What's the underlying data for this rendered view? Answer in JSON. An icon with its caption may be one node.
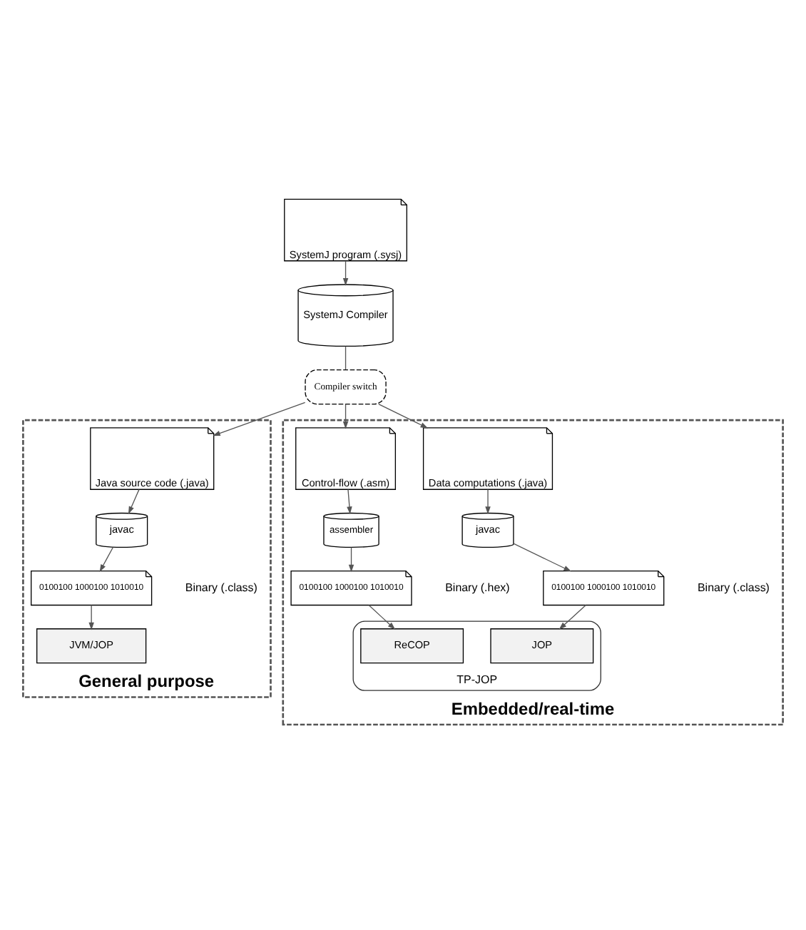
{
  "diagram": {
    "nodes": [
      {
        "text": [
          "SystemJ program (.sysj)"
        ]
      },
      {
        "text": [
          "SystemJ Compiler"
        ]
      },
      {
        "text": [
          "Compiler switch"
        ]
      },
      {
        "text": [
          "General purpose"
        ]
      },
      {
        "text": [
          "Java source code (.java)"
        ],
        "in": 3
      },
      {
        "text": [
          "javac"
        ],
        "in": 3
      },
      {
        "text": [
          "0100100 1000100 1010010"
        ],
        "beside": [
          "Binary (.class)"
        ],
        "in": 3
      },
      {
        "text": [
          "JVM/JOP"
        ],
        "in": 3
      },
      {
        "text": [
          "Embedded/real-time"
        ]
      },
      {
        "text": [
          "Control-flow (.asm)"
        ],
        "in": 8
      },
      {
        "text": [
          "Data computations (.java)"
        ],
        "in": 8
      },
      {
        "text": [
          "assembler"
        ],
        "in": 8
      },
      {
        "text": [
          "javac"
        ],
        "in": 8
      },
      {
        "text": [
          "0100100 1000100 1010010"
        ],
        "beside": [
          "Binary (.hex)"
        ],
        "in": 8
      },
      {
        "text": [
          "0100100 1000100 1010010"
        ],
        "beside": [
          "Binary (.class)"
        ],
        "in": 8
      },
      {
        "text": [
          "TP-JOP"
        ],
        "in": 8
      },
      {
        "text": [
          "ReCOP"
        ],
        "in": 15
      },
      {
        "text": [
          "JOP"
        ],
        "in": 15
      }
    ],
    "edges": [
      {
        "from": 0,
        "to": 1,
        "arrow": "to"
      },
      {
        "from": 1,
        "to": 2,
        "arrow": "none"
      },
      {
        "from": 2,
        "to": 4,
        "arrow": "to"
      },
      {
        "from": 2,
        "to": 9,
        "arrow": "to"
      },
      {
        "from": 2,
        "to": 10,
        "arrow": "to"
      },
      {
        "from": 4,
        "to": 5,
        "arrow": "to"
      },
      {
        "from": 5,
        "to": 6,
        "arrow": "to"
      },
      {
        "from": 6,
        "to": 7,
        "arrow": "to"
      },
      {
        "from": 9,
        "to": 11,
        "arrow": "to"
      },
      {
        "from": 11,
        "to": 13,
        "arrow": "to"
      },
      {
        "from": 13,
        "to": 16,
        "arrow": "to"
      },
      {
        "from": 10,
        "to": 12,
        "arrow": "to"
      },
      {
        "from": 12,
        "to": 14,
        "arrow": "to"
      },
      {
        "from": 14,
        "to": 17,
        "arrow": "to"
      }
    ]
  }
}
